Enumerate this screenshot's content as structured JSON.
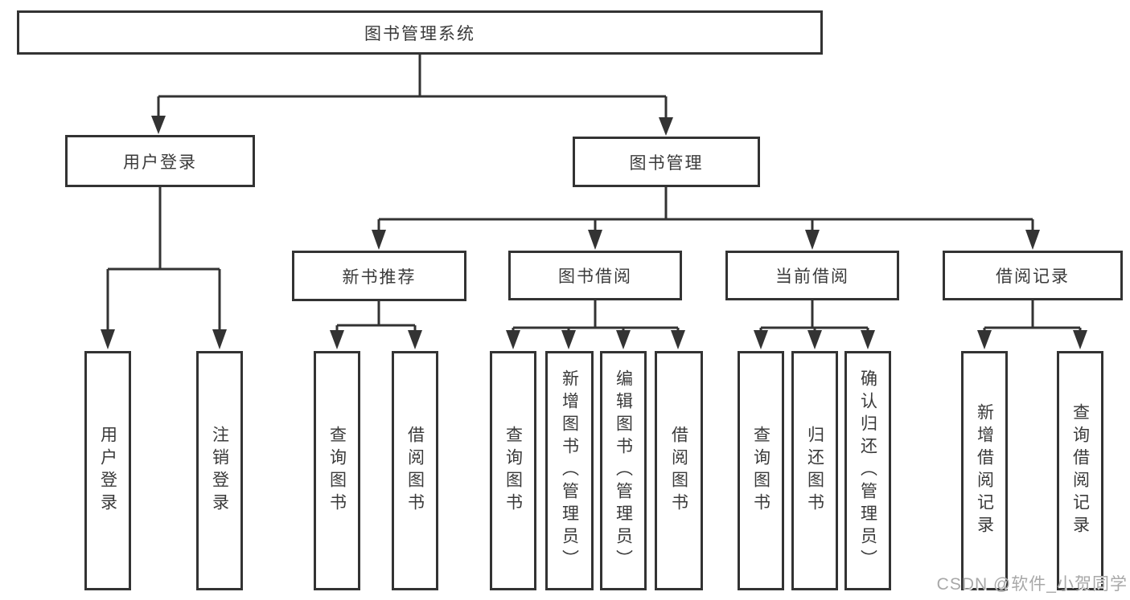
{
  "diagram": {
    "title": "图书管理系统",
    "colors": {
      "line": "#333333",
      "text": "#3a3a3a",
      "background": "#ffffff",
      "watermark": "#a8a8a8"
    },
    "level2": {
      "user_login": {
        "label": "用户登录"
      },
      "book_management": {
        "label": "图书管理"
      }
    },
    "level3": {
      "new_books": {
        "label": "新书推荐"
      },
      "book_borrow": {
        "label": "图书借阅"
      },
      "current_borrow": {
        "label": "当前借阅"
      },
      "borrow_records": {
        "label": "借阅记录"
      }
    },
    "leaves": {
      "user_login": [
        "用户登录",
        "注销登录"
      ],
      "new_books": [
        "查询图书",
        "借阅图书"
      ],
      "book_borrow": [
        "查询图书",
        "新增图书（管理员）",
        "编辑图书（管理员）",
        "借阅图书"
      ],
      "current_borrow": [
        "查询图书",
        "归还图书",
        "确认归还（管理员）"
      ],
      "borrow_records": [
        "新增借阅记录",
        "查询借阅记录"
      ]
    }
  },
  "watermark": {
    "text": "CSDN @软件_小贺同学"
  }
}
